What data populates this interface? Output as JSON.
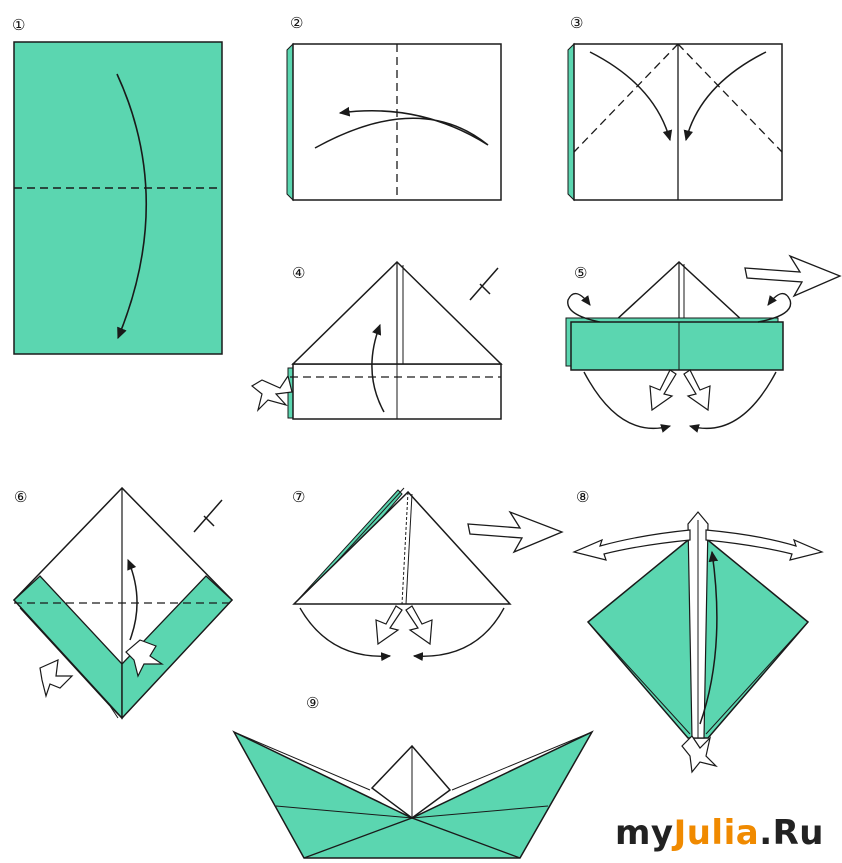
{
  "colors": {
    "paper": "#5bd6b0",
    "line": "#1a1a1a",
    "background": "#ffffff",
    "accent": "#f08a00"
  },
  "steps": [
    {
      "number": "①"
    },
    {
      "number": "②"
    },
    {
      "number": "③"
    },
    {
      "number": "④"
    },
    {
      "number": "⑤"
    },
    {
      "number": "⑥"
    },
    {
      "number": "⑦"
    },
    {
      "number": "⑧"
    },
    {
      "number": "⑨"
    }
  ],
  "watermark": {
    "part1": "my",
    "part2": "Julia",
    "part3": ".Ru"
  }
}
